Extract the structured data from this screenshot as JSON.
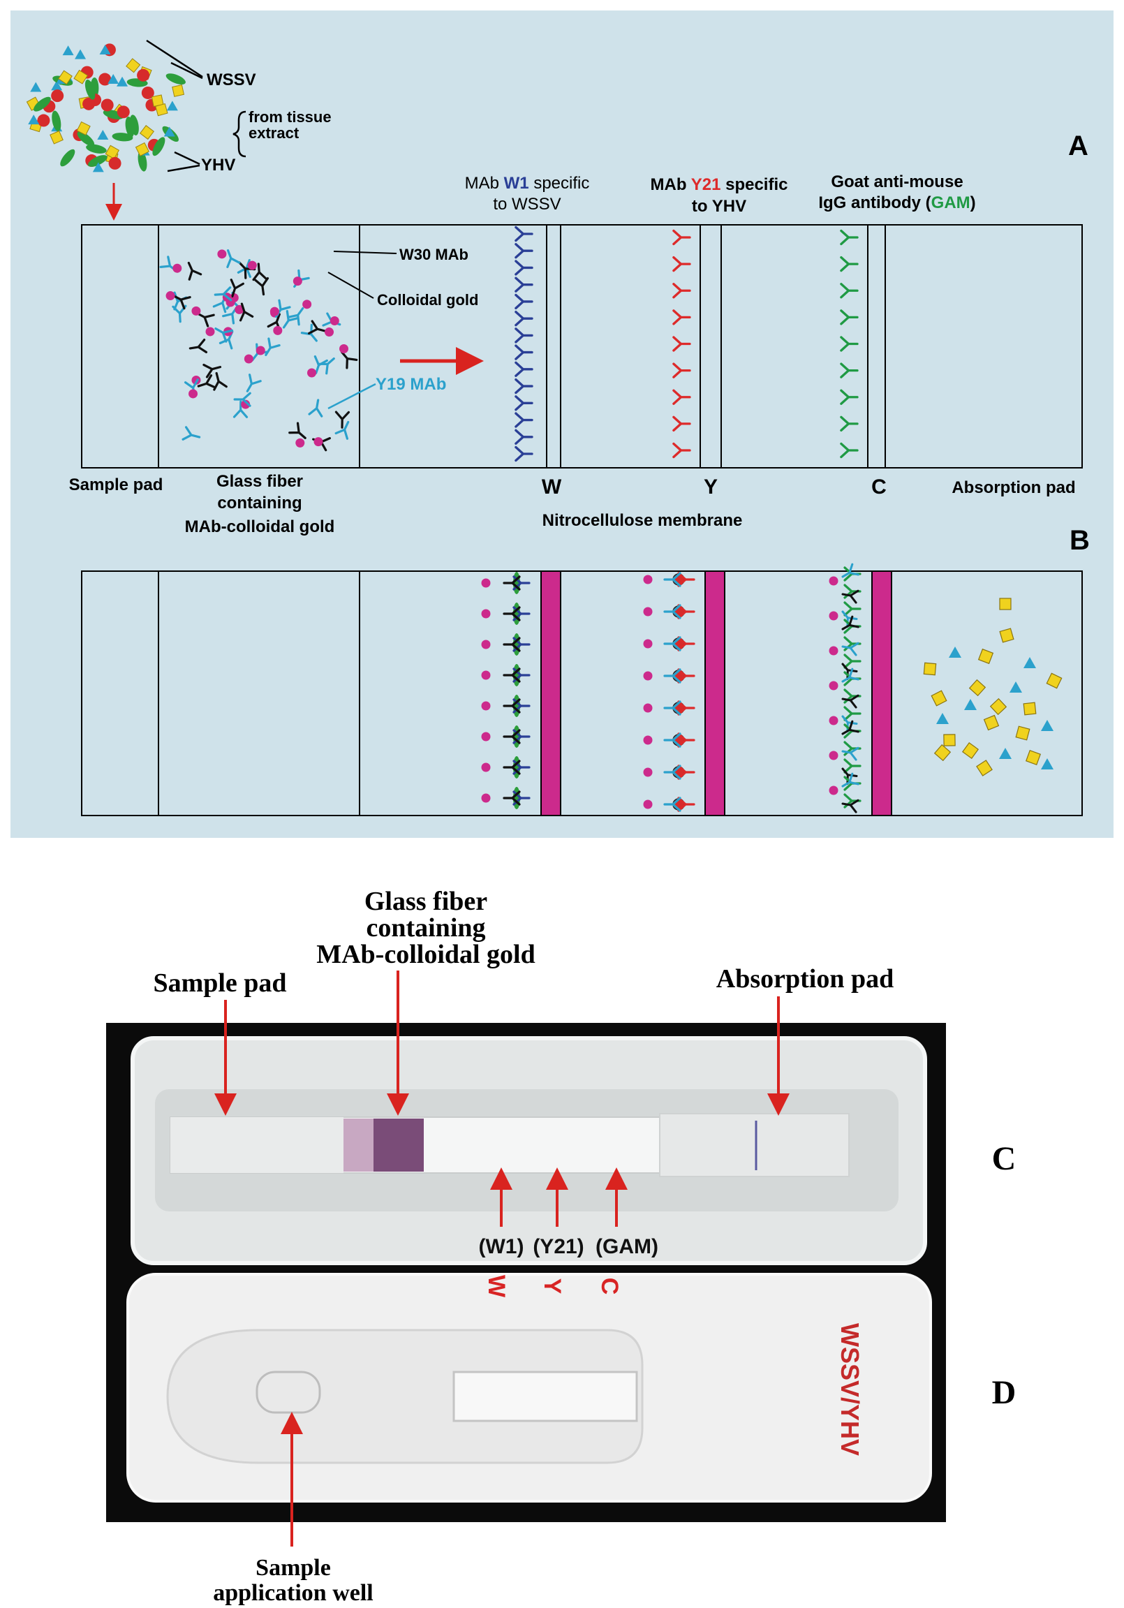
{
  "panel_a": {
    "letter": "A",
    "wssv_label": "WSSV",
    "yhv_label": "YHV",
    "tissue_label_line1": "from tissue",
    "tissue_label_line2": "extract",
    "w30_label": "W30 MAb",
    "gold_label": "Colloidal gold",
    "y19_label": "Y19 MAb",
    "w1_prefix": "MAb ",
    "w1_name": "W1",
    "w1_suffix": " specific",
    "w1_line2": "to WSSV",
    "y21_prefix": "MAb ",
    "y21_name": "Y21",
    "y21_suffix": " specific",
    "y21_line2": "to YHV",
    "gam_line1": "Goat anti-mouse",
    "gam_prefix": "IgG antibody (",
    "gam_name": "GAM",
    "gam_suffix": ")",
    "sample_pad": "Sample pad",
    "glass_line1": "Glass fiber",
    "glass_line2": "containing",
    "glass_line3": "MAb-colloidal gold",
    "w_letter": "W",
    "y_letter": "Y",
    "c_letter": "C",
    "absorption_pad": "Absorption pad",
    "nitro": "Nitrocellulose membrane"
  },
  "panel_b": {
    "letter": "B"
  },
  "panel_c": {
    "letter": "C",
    "glass_line1": "Glass fiber",
    "glass_line2": "containing",
    "glass_line3": "MAb-colloidal gold",
    "sample_pad": "Sample pad",
    "absorption_pad": "Absorption pad",
    "w1_tag": "(W1)",
    "y21_tag": "(Y21)",
    "gam_tag": "(GAM)"
  },
  "panel_d": {
    "letter": "D",
    "cassette_w": "W",
    "cassette_y": "Y",
    "cassette_c": "C",
    "cassette_brand": "WSSV/YHV",
    "well_line1": "Sample",
    "well_line2": "application well"
  },
  "colors": {
    "background_ab": "#cfe2ea",
    "wssv_particle": "#2d9e3c",
    "yhv_particle": "#d62b2b",
    "w1_mab": "#2a3f96",
    "y21_mab": "#dd2a2a",
    "gam": "#1f9a44",
    "y19_mab": "#2ba1cc",
    "gold": "#cc2a8c",
    "arrow": "#d9231f",
    "debris_square": "#f0d21e",
    "debris_triangle": "#2ba1cc"
  }
}
